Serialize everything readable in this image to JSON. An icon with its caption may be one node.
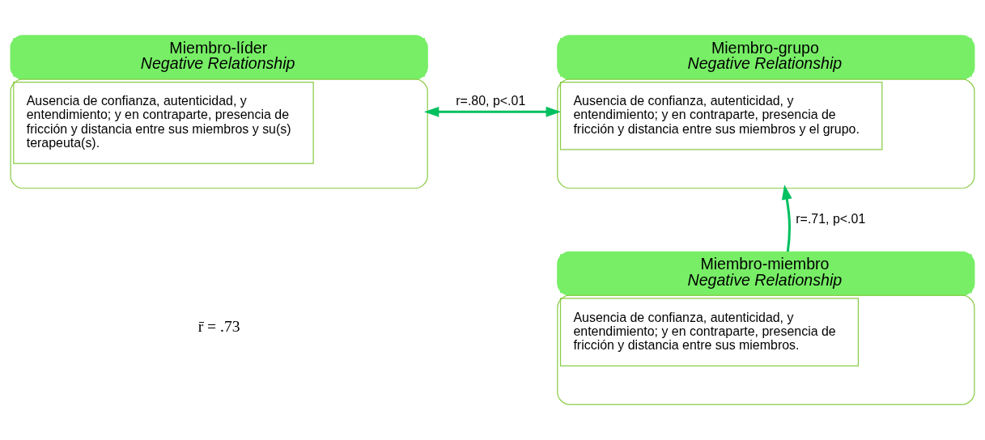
{
  "diagram": {
    "nodes": [
      {
        "text": [
          "Miembro-líder",
          "Negative Relationship",
          "Ausencia de confianza, autenticidad, y entendimiento; y en contraparte, presencia de fricción y distancia entre sus miembros y su(s) terapeuta(s)."
        ]
      },
      {
        "text": [
          "Miembro-grupo",
          "Negative Relationship",
          "Ausencia de confianza, autenticidad, y entendimiento; y en contraparte, presencia de fricción y distancia entre sus miembros y el grupo."
        ]
      },
      {
        "text": [
          "Miembro-miembro",
          "Negative Relationship",
          "Ausencia de confianza, autenticidad, y entendimiento; y en contraparte, presencia de fricción y distancia entre sus miembros."
        ]
      }
    ],
    "edges": [
      {
        "from": 0,
        "to": 1,
        "arrow": "both",
        "label": "r=.80, p<.01"
      },
      {
        "from": 2,
        "to": 1,
        "arrow": "to",
        "label": "r=.71, p<.01"
      }
    ],
    "labels": [
      "r̄ = .73"
    ]
  }
}
